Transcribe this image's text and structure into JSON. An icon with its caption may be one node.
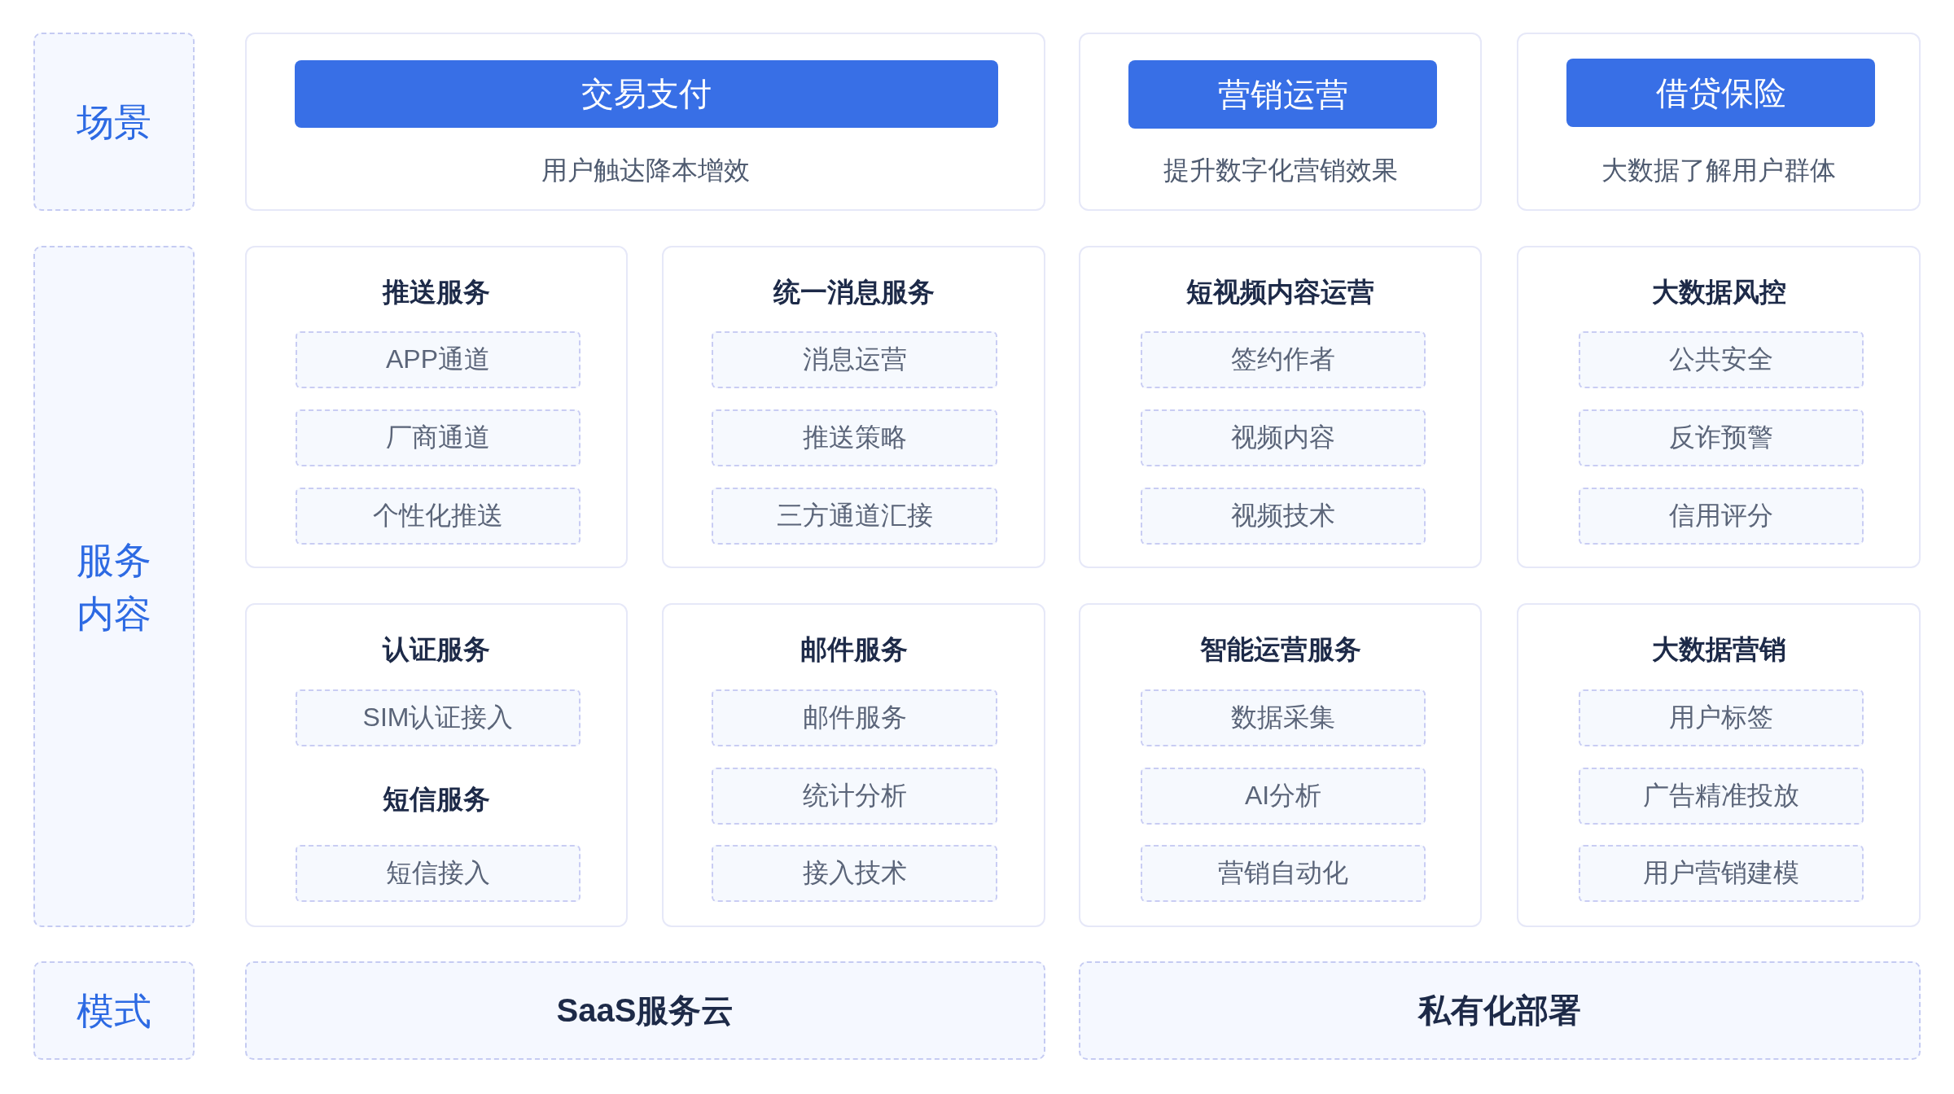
{
  "diagram": {
    "nodes": [
      {
        "text": [
          "场景"
        ]
      },
      {
        "text": [
          "用户触达降本增效"
        ]
      },
      {
        "text": [
          "交易支付"
        ],
        "in": 1
      },
      {
        "text": [
          "提升数字化营销效果"
        ]
      },
      {
        "text": [
          "营销运营"
        ],
        "in": 3
      },
      {
        "text": [
          "大数据了解用户群体"
        ]
      },
      {
        "text": [
          "借贷保险"
        ],
        "in": 5
      },
      {
        "text": [
          "服务内容"
        ]
      },
      {
        "text": [
          "推送服务"
        ]
      },
      {
        "text": [
          "APP通道"
        ],
        "in": 8
      },
      {
        "text": [
          "厂商通道"
        ],
        "in": 8
      },
      {
        "text": [
          "个性化推送"
        ],
        "in": 8
      },
      {
        "text": [
          "统一消息服务"
        ]
      },
      {
        "text": [
          "消息运营"
        ],
        "in": 12
      },
      {
        "text": [
          "推送策略"
        ],
        "in": 12
      },
      {
        "text": [
          "三方通道汇接"
        ],
        "in": 12
      },
      {
        "text": [
          "短视频内容运营"
        ]
      },
      {
        "text": [
          "签约作者"
        ],
        "in": 16
      },
      {
        "text": [
          "视频内容"
        ],
        "in": 16
      },
      {
        "text": [
          "视频技术"
        ],
        "in": 16
      },
      {
        "text": [
          "大数据风控"
        ]
      },
      {
        "text": [
          "公共安全"
        ],
        "in": 20
      },
      {
        "text": [
          "反诈预警"
        ],
        "in": 20
      },
      {
        "text": [
          "信用评分"
        ],
        "in": 20
      },
      {
        "text": [
          "认证服务",
          "短信服务"
        ]
      },
      {
        "text": [
          "SIM认证接入"
        ],
        "in": 24
      },
      {
        "text": [
          "短信接入"
        ],
        "in": 24
      },
      {
        "text": [
          "邮件服务"
        ]
      },
      {
        "text": [
          "邮件服务"
        ],
        "in": 27
      },
      {
        "text": [
          "统计分析"
        ],
        "in": 27
      },
      {
        "text": [
          "接入技术"
        ],
        "in": 27
      },
      {
        "text": [
          "智能运营服务"
        ]
      },
      {
        "text": [
          "数据采集"
        ],
        "in": 31
      },
      {
        "text": [
          "AI分析"
        ],
        "in": 31
      },
      {
        "text": [
          "营销自动化"
        ],
        "in": 31
      },
      {
        "text": [
          "大数据营销"
        ]
      },
      {
        "text": [
          "用户标签"
        ],
        "in": 35
      },
      {
        "text": [
          "广告精准投放"
        ],
        "in": 35
      },
      {
        "text": [
          "用户营销建模"
        ],
        "in": 35
      },
      {
        "text": [
          "模式"
        ]
      },
      {
        "text": [
          "SaaS服务云"
        ]
      },
      {
        "text": [
          "私有化部署"
        ]
      }
    ]
  }
}
